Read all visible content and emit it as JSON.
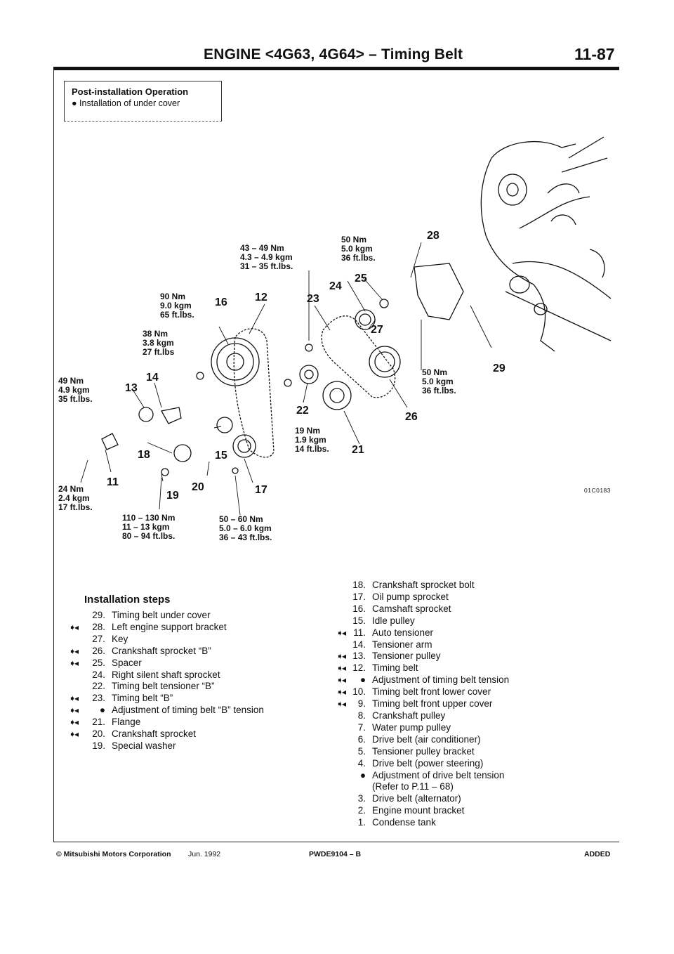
{
  "header": {
    "title": "ENGINE <4G63, 4G64> – Timing Belt",
    "page": "11-87"
  },
  "post_installation": {
    "title": "Post-installation Operation",
    "item": "●  Installation of under cover"
  },
  "diagram": {
    "code": "01C0183",
    "parts": [
      "28",
      "16",
      "12",
      "23",
      "24",
      "25",
      "27",
      "14",
      "13",
      "29",
      "26",
      "22",
      "18",
      "15",
      "11",
      "20",
      "19",
      "17",
      "21"
    ],
    "torques": {
      "t50a": [
        "50 Nm",
        "5.0 kgm",
        "36 ft.lbs."
      ],
      "t43": [
        "43 – 49 Nm",
        "4.3 – 4.9 kgm",
        "31 – 35 ft.lbs."
      ],
      "t90": [
        "90 Nm",
        "9.0 kgm",
        "65 ft.lbs."
      ],
      "t38": [
        "38 Nm",
        "3.8 kgm",
        "27 ft.lbs"
      ],
      "t49": [
        "49 Nm",
        "4.9 kgm",
        "35 ft.lbs."
      ],
      "t50b": [
        "50 Nm",
        "5.0 kgm",
        "36 ft.lbs."
      ],
      "t19": [
        "19 Nm",
        "1.9 kgm",
        "14 ft.lbs."
      ],
      "t24": [
        "24 Nm",
        "2.4 kgm",
        "17 ft.lbs."
      ],
      "t110": [
        "110 – 130 Nm",
        "11 – 13 kgm",
        "80 – 94 ft.lbs."
      ],
      "t5060": [
        "50 – 60 Nm",
        "5.0 – 6.0 kgm",
        "36 – 43 ft.lbs."
      ]
    }
  },
  "installation_steps": {
    "title": "Installation steps",
    "left": [
      {
        "mark": "",
        "num": "29.",
        "text": "Timing belt under cover"
      },
      {
        "mark": "➧◂",
        "num": "28.",
        "text": "Left engine support bracket"
      },
      {
        "mark": "",
        "num": "27.",
        "text": "Key"
      },
      {
        "mark": "➧◂",
        "num": "26.",
        "text": "Crankshaft sprocket “B”"
      },
      {
        "mark": "➧◂",
        "num": "25.",
        "text": "Spacer"
      },
      {
        "mark": "",
        "num": "24.",
        "text": "Right silent shaft sprocket"
      },
      {
        "mark": "",
        "num": "22.",
        "text": "Timing belt tensioner “B”"
      },
      {
        "mark": "➧◂",
        "num": "23.",
        "text": "Timing belt “B”"
      },
      {
        "mark": "➧◂",
        "num": "●",
        "text": "Adjustment of timing belt “B” tension"
      },
      {
        "mark": "➧◂",
        "num": "21.",
        "text": "Flange"
      },
      {
        "mark": "➧◂",
        "num": "20.",
        "text": "Crankshaft sprocket"
      },
      {
        "mark": "",
        "num": "19.",
        "text": "Special washer"
      }
    ],
    "right": [
      {
        "mark": "",
        "num": "18.",
        "text": "Crankshaft sprocket bolt"
      },
      {
        "mark": "",
        "num": "17.",
        "text": "Oil pump sprocket"
      },
      {
        "mark": "",
        "num": "16.",
        "text": "Camshaft sprocket"
      },
      {
        "mark": "",
        "num": "15.",
        "text": "Idle pulley"
      },
      {
        "mark": "➧◂",
        "num": "11.",
        "text": "Auto tensioner"
      },
      {
        "mark": "",
        "num": "14.",
        "text": "Tensioner arm"
      },
      {
        "mark": "➧◂",
        "num": "13.",
        "text": "Tensioner pulley"
      },
      {
        "mark": "➧◂",
        "num": "12.",
        "text": "Timing belt"
      },
      {
        "mark": "➧◂",
        "num": "●",
        "text": "Adjustment of timing belt tension"
      },
      {
        "mark": "➧◂",
        "num": "10.",
        "text": "Timing belt front lower cover"
      },
      {
        "mark": "➧◂",
        "num": "9.",
        "text": "Timing belt front upper cover"
      },
      {
        "mark": "",
        "num": "8.",
        "text": "Crankshaft pulley"
      },
      {
        "mark": "",
        "num": "7.",
        "text": "Water pump pulley"
      },
      {
        "mark": "",
        "num": "6.",
        "text": "Drive belt (air conditioner)"
      },
      {
        "mark": "",
        "num": "5.",
        "text": "Tensioner pulley bracket"
      },
      {
        "mark": "",
        "num": "4.",
        "text": "Drive belt (power steering)"
      },
      {
        "mark": "",
        "num": "●",
        "text": "Adjustment of drive belt tension"
      },
      {
        "mark": "",
        "num": "",
        "text": "(Refer to P.11 – 68)"
      },
      {
        "mark": "",
        "num": "3.",
        "text": "Drive belt (alternator)"
      },
      {
        "mark": "",
        "num": "2.",
        "text": "Engine mount bracket"
      },
      {
        "mark": "",
        "num": "1.",
        "text": "Condense tank"
      }
    ]
  },
  "footer": {
    "copyright": "© Mitsubishi Motors Corporation",
    "date": "Jun. 1992",
    "code": "PWDE9104 – B",
    "status": "ADDED"
  }
}
